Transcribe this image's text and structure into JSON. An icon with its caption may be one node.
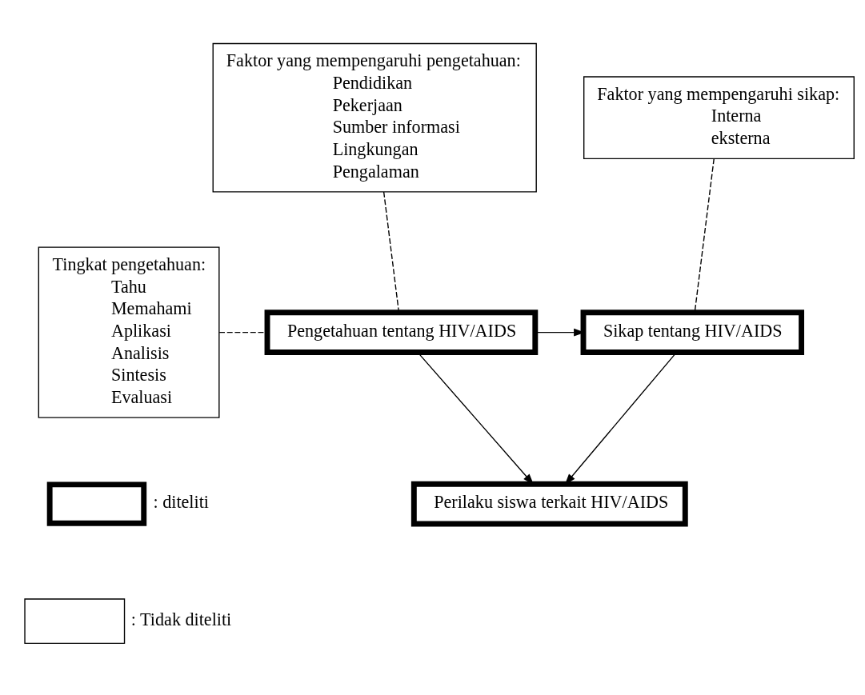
{
  "diagram": {
    "nodes": [
      {
        "text": [
          "Faktor yang mempengaruhi pengetahuan:",
          "Pendidikan",
          "Pekerjaan",
          "Sumber informasi",
          "Lingkungan",
          "Pengalaman"
        ]
      },
      {
        "text": [
          "Faktor yang mempengaruhi sikap:",
          "Interna",
          "eksterna"
        ]
      },
      {
        "text": [
          "Tingkat pengetahuan:",
          "Tahu",
          "Memahami",
          "Aplikasi",
          "Analisis",
          "Sintesis",
          "Evaluasi"
        ]
      },
      {
        "text": [
          "Pengetahuan tentang HIV/AIDS"
        ]
      },
      {
        "text": [
          "Sikap tentang HIV/AIDS"
        ]
      },
      {
        "text": [
          "Perilaku siswa terkait HIV/AIDS"
        ]
      }
    ],
    "edges": [
      {
        "from": 0,
        "to": 3,
        "arrow": "none",
        "style": "dashed"
      },
      {
        "from": 1,
        "to": 4,
        "arrow": "none",
        "style": "dashed"
      },
      {
        "from": 2,
        "to": 3,
        "arrow": "none",
        "style": "dashed"
      },
      {
        "from": 3,
        "to": 4,
        "arrow": "to"
      },
      {
        "from": 3,
        "to": 5,
        "arrow": "to"
      },
      {
        "from": 4,
        "to": 5,
        "arrow": "to"
      }
    ],
    "legend": [
      {
        "text": ": diteliti"
      },
      {
        "text": ": Tidak diteliti"
      }
    ]
  }
}
